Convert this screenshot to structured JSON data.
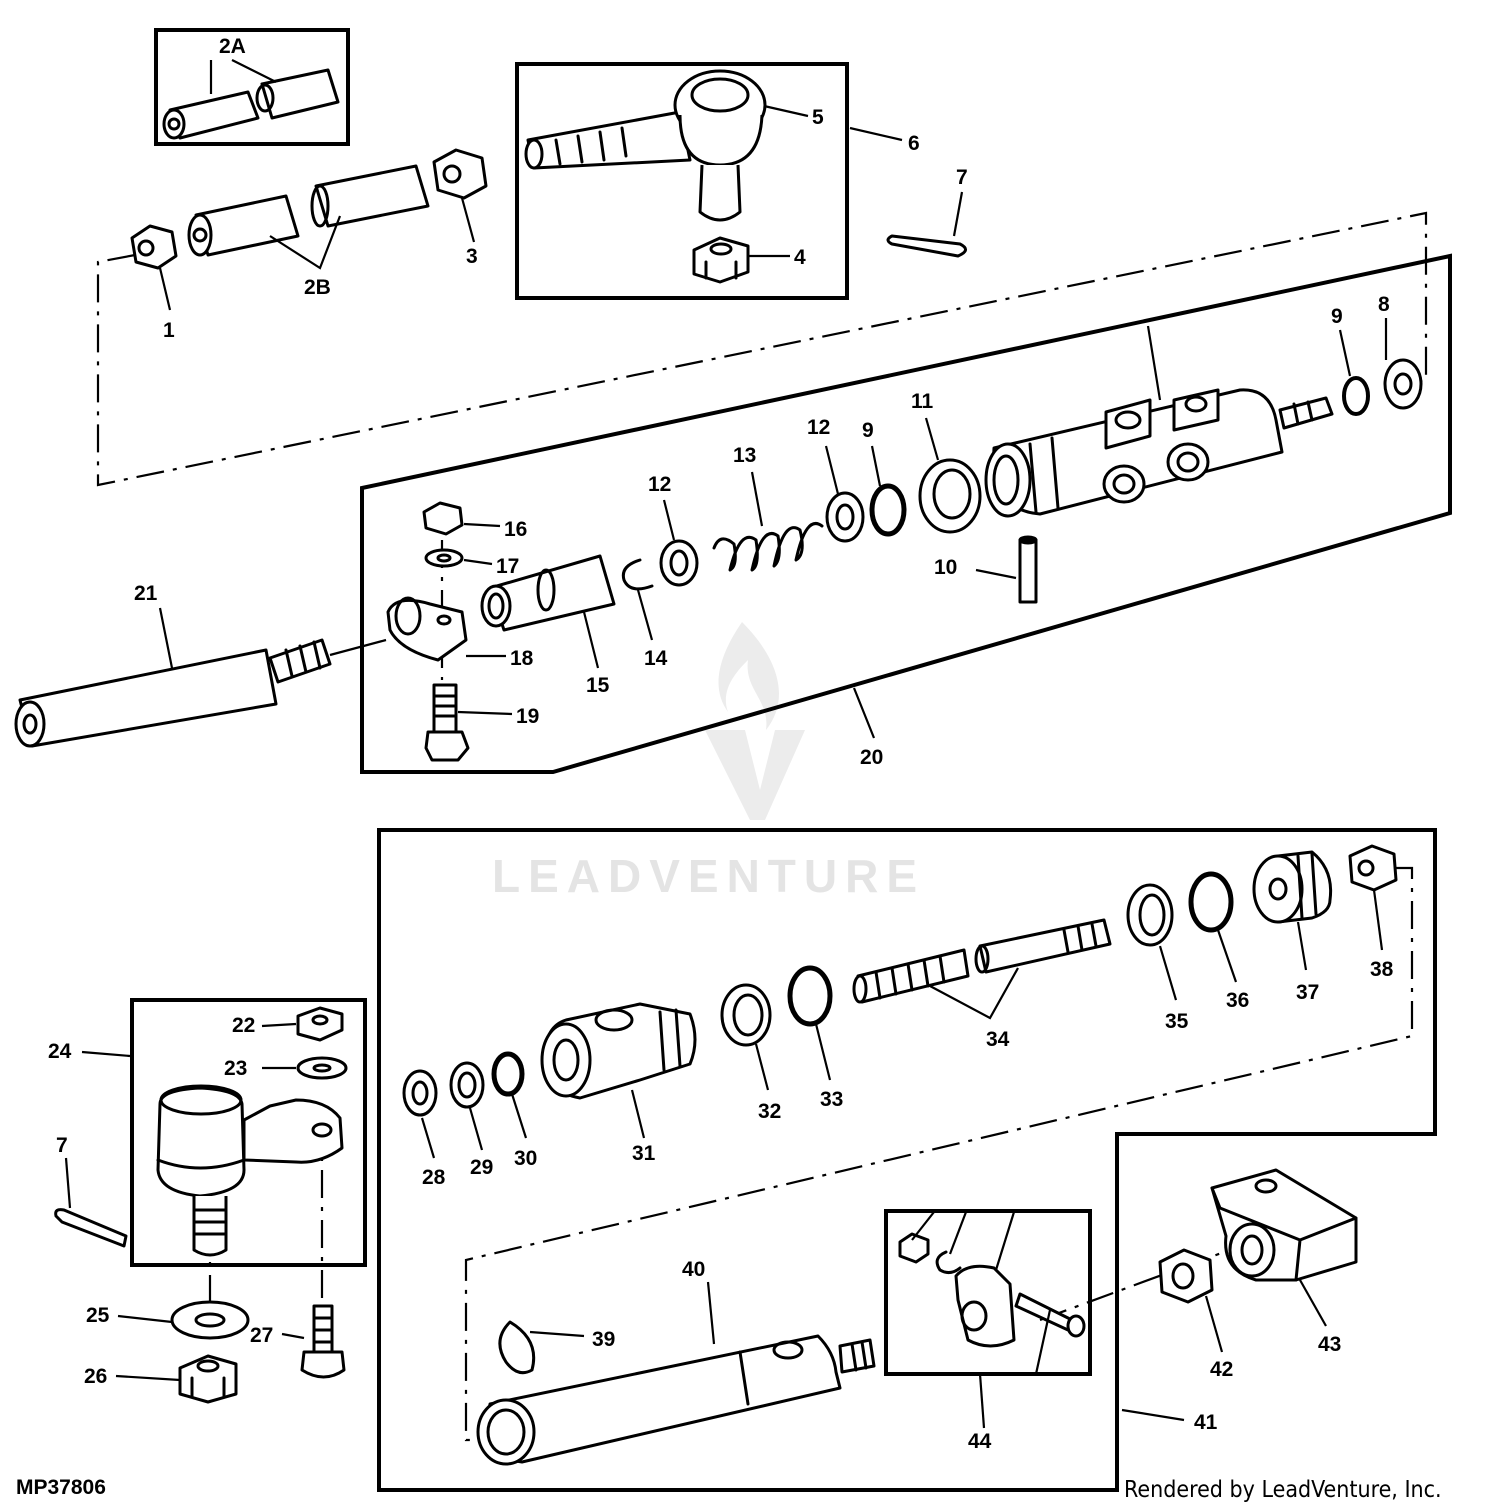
{
  "figure_id": "MP37806",
  "credit": "Rendered by LeadVenture, Inc.",
  "watermark": "LEADVENTURE",
  "callouts": {
    "c1": "1",
    "c2A": "2A",
    "c2B": "2B",
    "c3": "3",
    "c4": "4",
    "c5": "5",
    "c6": "6",
    "c7a": "7",
    "c7b": "7",
    "c8": "8",
    "c9a": "9",
    "c9b": "9",
    "c10": "10",
    "c11": "11",
    "c12a": "12",
    "c12b": "12",
    "c13": "13",
    "c14": "14",
    "c15": "15",
    "c16": "16",
    "c17": "17",
    "c18": "18",
    "c19": "19",
    "c20": "20",
    "c21": "21",
    "c22": "22",
    "c23": "23",
    "c24": "24",
    "c25": "25",
    "c26": "26",
    "c27": "27",
    "c28": "28",
    "c29": "29",
    "c30": "30",
    "c31": "31",
    "c32": "32",
    "c33": "33",
    "c34": "34",
    "c35": "35",
    "c36": "36",
    "c37": "37",
    "c38": "38",
    "c39": "39",
    "c40": "40",
    "c41": "41",
    "c42": "42",
    "c43": "43",
    "c44": "44"
  }
}
